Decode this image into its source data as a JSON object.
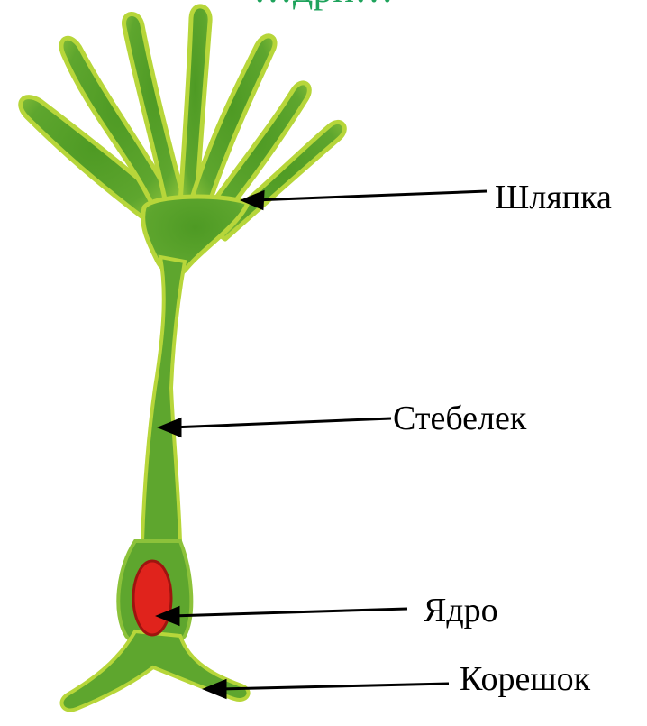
{
  "title": "…дри…",
  "colors": {
    "cell_fill": "#5ea62e",
    "cell_dark": "#3f8a20",
    "cell_edge": "#b7d63a",
    "nucleus": "#e0231c",
    "nucleus_edge": "#9e140f",
    "arrow": "#000000",
    "title": "#1fa35c"
  },
  "labels": {
    "cap": "Шляпка",
    "stem": "Стебелек",
    "nucleus": "Ядро",
    "rhizoid": "Корешок"
  }
}
